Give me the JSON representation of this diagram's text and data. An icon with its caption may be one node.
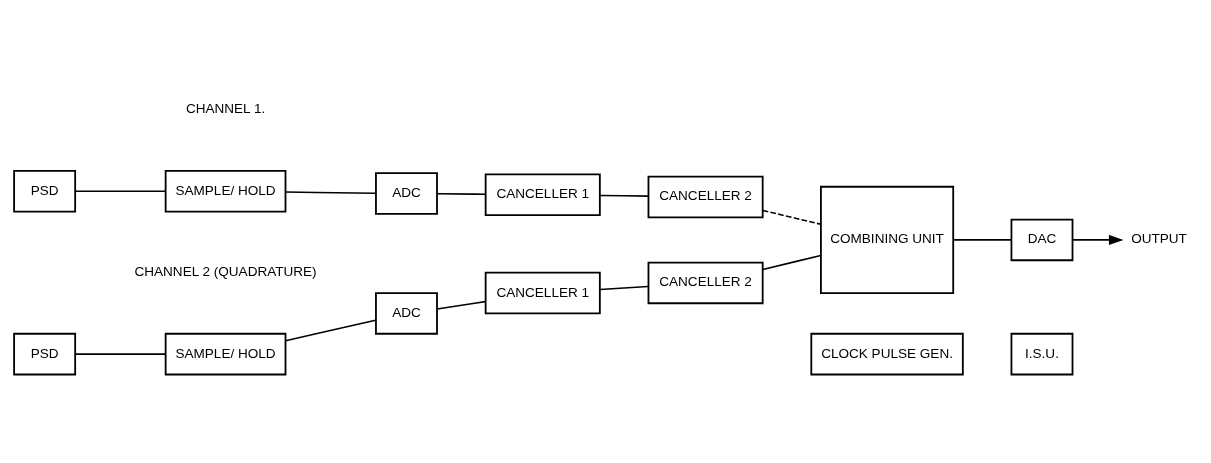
{
  "diagram": {
    "nodes": [
      {
        "text": [
          "PSD"
        ]
      },
      {
        "text": [
          "SAMPLE/ HOLD"
        ]
      },
      {
        "text": [
          "ADC"
        ]
      },
      {
        "text": [
          "CANCELLER 1"
        ]
      },
      {
        "text": [
          "CANCELLER 2"
        ]
      },
      {
        "text": [
          "PSD"
        ]
      },
      {
        "text": [
          "SAMPLE/ HOLD"
        ]
      },
      {
        "text": [
          "ADC"
        ]
      },
      {
        "text": [
          "CANCELLER 1"
        ]
      },
      {
        "text": [
          "CANCELLER 2"
        ]
      },
      {
        "text": [
          "COMBINING UNIT"
        ]
      },
      {
        "text": [
          "DAC"
        ]
      },
      {
        "text": [
          "OUTPUT"
        ]
      },
      {
        "text": [
          "CLOCK PULSE GEN."
        ]
      },
      {
        "text": [
          "I.S.U."
        ]
      }
    ],
    "edges": [
      {
        "from": 0,
        "to": 1,
        "arrow": "none"
      },
      {
        "from": 1,
        "to": 2,
        "arrow": "none"
      },
      {
        "from": 2,
        "to": 3,
        "arrow": "none"
      },
      {
        "from": 3,
        "to": 4,
        "arrow": "none"
      },
      {
        "from": 4,
        "to": 10,
        "arrow": "none",
        "style": "dashed"
      },
      {
        "from": 5,
        "to": 6,
        "arrow": "none"
      },
      {
        "from": 6,
        "to": 7,
        "arrow": "none"
      },
      {
        "from": 7,
        "to": 8,
        "arrow": "none"
      },
      {
        "from": 8,
        "to": 9,
        "arrow": "none"
      },
      {
        "from": 9,
        "to": 10,
        "arrow": "none"
      },
      {
        "from": 10,
        "to": 11,
        "arrow": "none"
      },
      {
        "from": 11,
        "to": 12,
        "arrow": "to"
      }
    ],
    "labels": [
      "CHANNEL 1.",
      "CHANNEL 2 (QUADRATURE)"
    ]
  }
}
